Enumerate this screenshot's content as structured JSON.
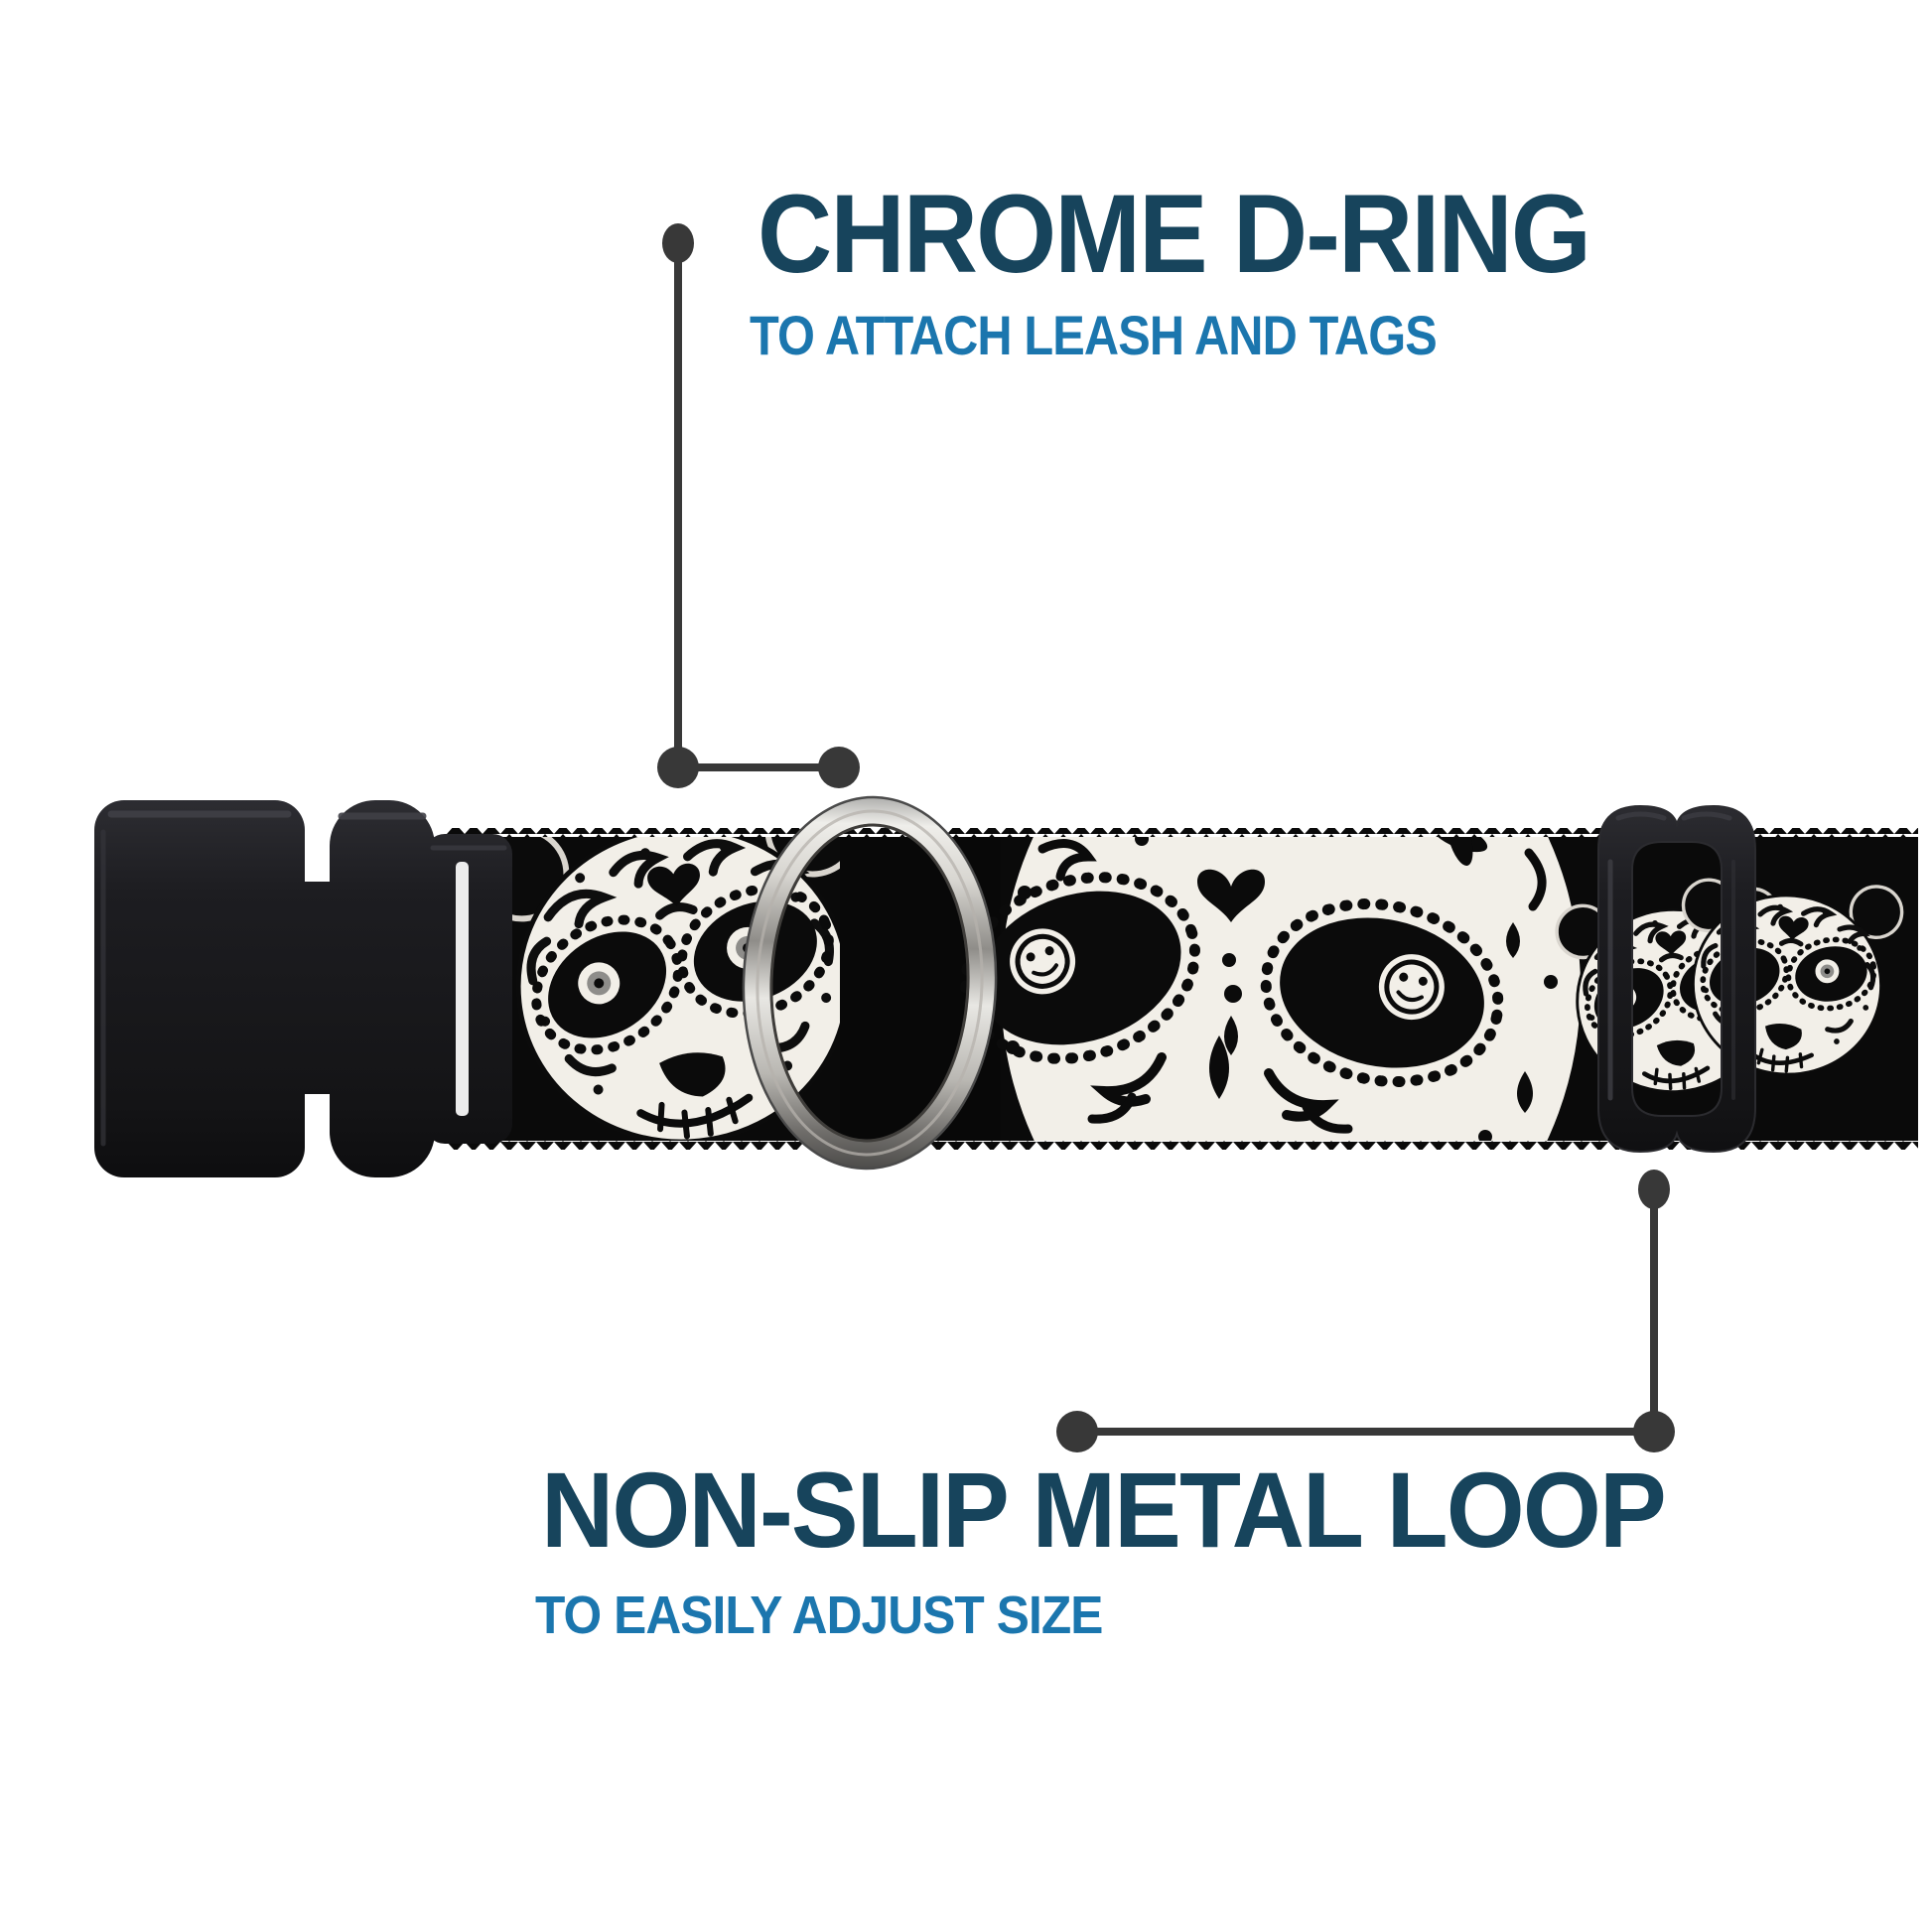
{
  "callouts": [
    {
      "title": "CHROME D-RING",
      "subtitle": "TO ATTACH LEASH AND TAGS"
    },
    {
      "title": "NON-SLIP METAL LOOP",
      "subtitle": "TO EASILY ADJUST SIZE"
    }
  ],
  "colors": {
    "title_navy": "#17445c",
    "subtitle_blue": "#1b76ae",
    "callout_line_gray": "#383838",
    "webbing_black": "#0a0a0a",
    "print_offwhite": "#f2efe8",
    "chrome_silver": "#d8d6d1",
    "plastic_black": "#1b1b1e",
    "background": "#ffffff"
  },
  "shapes": {
    "buckle": "side-release-buckle-shape",
    "d_ring": "chrome-d-ring-shape",
    "slider": "adjustment-loop-shape",
    "print_left": "panda-sugar-skull-print",
    "print_center": "paisley-skull-print",
    "print_right": "panda-sugar-skull-print"
  }
}
